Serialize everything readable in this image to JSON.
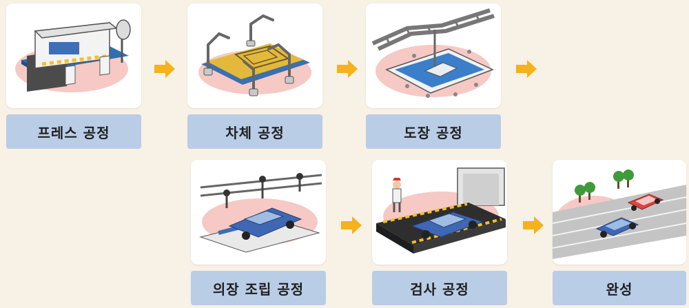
{
  "steps": [
    {
      "label": "프레스 공정",
      "icon": "press-machine-icon"
    },
    {
      "label": "차체 공정",
      "icon": "welding-robots-icon"
    },
    {
      "label": "도장 공정",
      "icon": "paint-bath-icon"
    },
    {
      "label": "의장 조립 공정",
      "icon": "assembly-line-icon"
    },
    {
      "label": "검사 공정",
      "icon": "inspection-station-icon"
    },
    {
      "label": "완성",
      "icon": "finished-cars-road-icon"
    }
  ],
  "colors": {
    "background": "#f7f1e6",
    "label_bg": "#b9cde6",
    "arrow": "#f5b21a",
    "blob": "#f6c9c4",
    "car_blue": "#3f67b4",
    "car_red": "#d9453f"
  }
}
